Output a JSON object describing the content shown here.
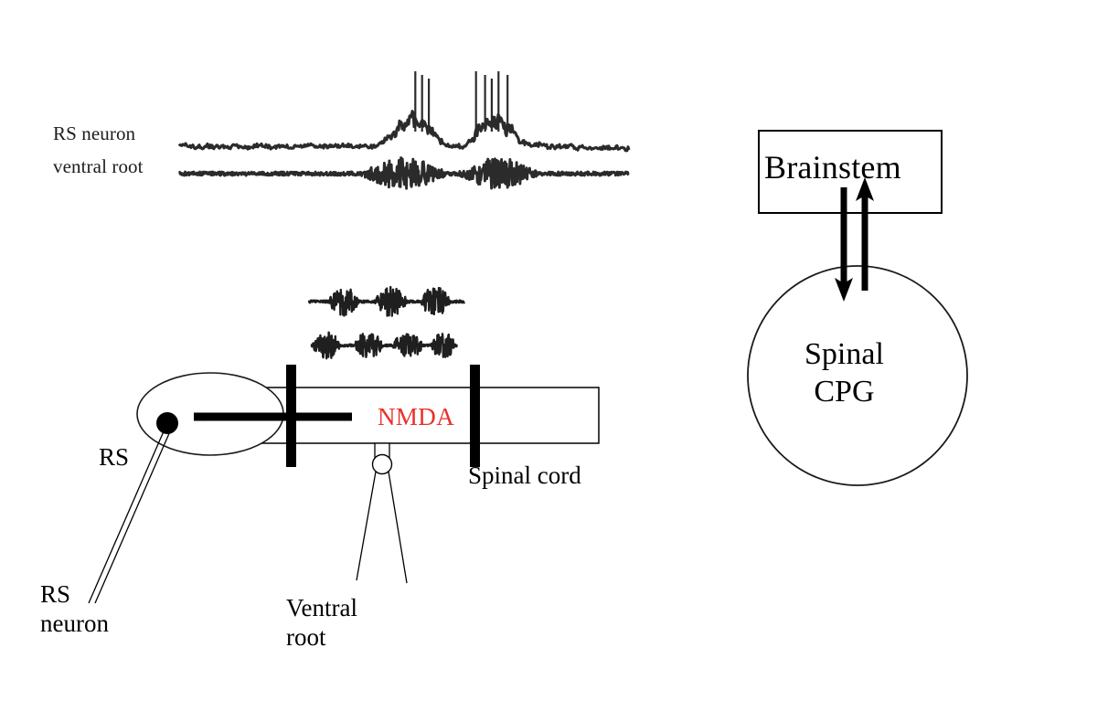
{
  "figure": {
    "kind": "neuroscience-schematic",
    "background_color": "#ffffff",
    "accent_color": "#e8322a",
    "ink_color": "#000000"
  },
  "recording_panel": {
    "traces": [
      {
        "name": "rs-neuron-trace",
        "label": "RS neuron"
      },
      {
        "name": "ventral-root-trace",
        "label": "ventral root"
      }
    ]
  },
  "preparation": {
    "drug_label": "NMDA",
    "spinal_cord_label": "Spinal cord",
    "rs_label": "RS",
    "rs_neuron_label": "RS\nneuron",
    "ventral_root_label": "Ventral\nroot"
  },
  "schematic": {
    "brainstem_label": "Brainstem",
    "spinal_cpg_label": "Spinal\nCPG"
  },
  "chart_data": [
    {
      "type": "line",
      "name": "rs-neuron-intracellular",
      "title": "RS neuron",
      "xlabel": "",
      "ylabel": "",
      "grid": false,
      "legend": "none",
      "description": "Intracellular recording: noisy baseline with two large depolarizing envelopes carrying fast action-potential spikes.",
      "x": [
        0,
        5,
        10,
        15,
        20,
        25,
        30,
        35,
        40,
        45,
        50,
        55,
        60,
        65,
        70,
        75,
        80,
        85,
        90,
        95,
        100
      ],
      "values": [
        4,
        4,
        5,
        5,
        6,
        6,
        9,
        7,
        13,
        10,
        16,
        30,
        12,
        8,
        7,
        7,
        8,
        26,
        34,
        22,
        6
      ],
      "spike_positions": [
        52.5,
        54,
        55.5,
        66,
        68,
        69.5,
        71,
        73
      ],
      "burst_envelopes": [
        [
          44,
          60
        ],
        [
          63,
          78
        ]
      ],
      "ylim": [
        0,
        40
      ]
    },
    {
      "type": "line",
      "name": "ventral-root-extracellular",
      "title": "ventral root",
      "xlabel": "",
      "ylabel": "",
      "grid": false,
      "legend": "none",
      "description": "Extracellular ventral-root recording: quiet baseline with two large bursts aligned to the RS neuron depolarizations.",
      "x": [
        0,
        5,
        10,
        15,
        20,
        25,
        30,
        35,
        40,
        45,
        50,
        55,
        60,
        65,
        70,
        75,
        80,
        85,
        90,
        95,
        100
      ],
      "values": [
        2,
        2,
        2,
        2,
        3,
        3,
        4,
        6,
        5,
        9,
        14,
        16,
        5,
        4,
        14,
        18,
        16,
        6,
        3,
        2,
        2
      ],
      "burst_envelopes": [
        [
          40,
          60
        ],
        [
          62,
          80
        ]
      ],
      "ylim": [
        0,
        20
      ]
    },
    {
      "type": "line",
      "name": "isolated-cord-trace-upper",
      "title": "",
      "xlabel": "",
      "ylabel": "",
      "grid": false,
      "legend": "none",
      "description": "Fictive locomotor bursting recorded from the isolated spinal cord: three large rhythmic bursts.",
      "x": [
        0,
        10,
        20,
        30,
        40,
        50,
        60,
        70,
        80,
        90,
        100
      ],
      "values": [
        2,
        4,
        18,
        5,
        20,
        6,
        3,
        17,
        5,
        3,
        2
      ],
      "burst_count": 3,
      "ylim": [
        0,
        22
      ]
    },
    {
      "type": "line",
      "name": "isolated-cord-trace-lower",
      "title": "",
      "xlabel": "",
      "ylabel": "",
      "grid": false,
      "legend": "none",
      "description": "Second fictive locomotor channel: four rhythmic bursts alternating with the upper channel.",
      "x": [
        0,
        10,
        20,
        30,
        40,
        50,
        60,
        70,
        80,
        90,
        100
      ],
      "values": [
        16,
        14,
        3,
        15,
        4,
        3,
        17,
        13,
        4,
        14,
        10
      ],
      "burst_count": 4,
      "ylim": [
        0,
        20
      ]
    }
  ]
}
